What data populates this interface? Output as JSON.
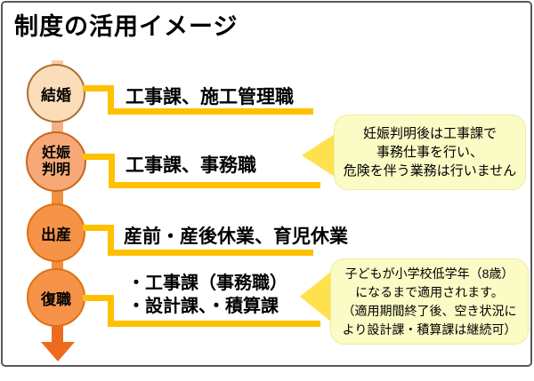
{
  "title": "制度の活用イメージ",
  "timeline": {
    "stages": [
      {
        "name": "結婚",
        "display": "結婚",
        "fill": "#FBDDB9"
      },
      {
        "name": "妊娠判明",
        "display": "妊娠\n判明",
        "fill": "#F6A977"
      },
      {
        "name": "出産",
        "display": "出産",
        "fill": "#F59349"
      },
      {
        "name": "復職",
        "display": "復職",
        "fill": "#F59349"
      }
    ]
  },
  "assignments": [
    {
      "text": "工事課、施工管理職"
    },
    {
      "text": "工事課、事務職"
    },
    {
      "text": "産前・産後休業、育児休業"
    },
    {
      "text": "・工事課（事務職）\n・設計課、・積算課"
    }
  ],
  "callouts": [
    {
      "text": "妊娠判明後は工事課で\n事務仕事を行い、\n危険を伴う業務は行いません"
    },
    {
      "text": "子どもが小学校低学年（8歳）\nになるまで適用されます。\n（適用期間終了後、空き状況に\nより設計課・積算課は継続可）"
    }
  ],
  "colors": {
    "bracket_gold": "#FFC000",
    "stage_marriage_fill": "#FBDDB9",
    "stage_pregnancy_fill": "#F6A977",
    "stage_birth_return_fill": "#F59349",
    "timeline_arrow": "#ED6B1E",
    "callout_background": "#FBFBC5",
    "callout_arrow": "#FFE14D",
    "frame_border": "#595959"
  }
}
